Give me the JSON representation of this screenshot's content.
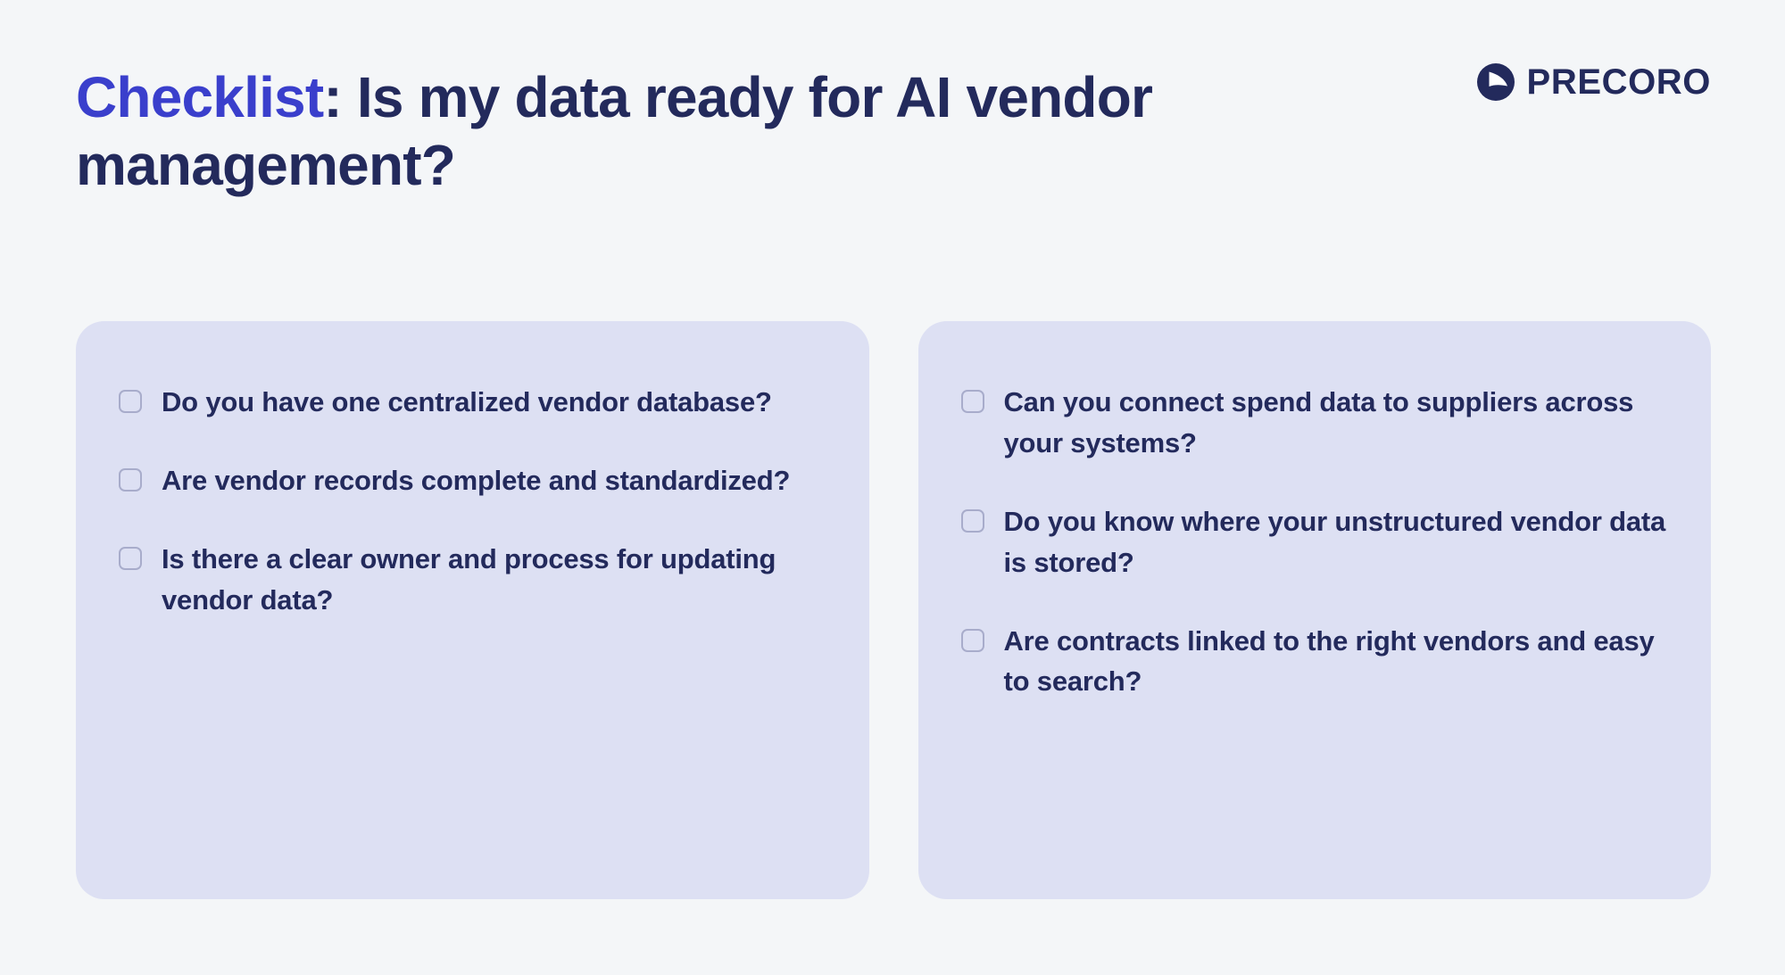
{
  "page": {
    "background_color": "#f4f6f8"
  },
  "header": {
    "title_accent": "Checklist",
    "title_separator": ":",
    "title_rest": " Is my data ready for AI vendor management?",
    "title_full": "Checklist: Is my data ready for AI vendor management?",
    "accent_color": "#3a3fcc",
    "text_color": "#232a5c"
  },
  "logo": {
    "icon": "precoro-play-circle-icon",
    "wordmark": "PRECORO",
    "color": "#232a5c"
  },
  "cards": [
    {
      "id": "left",
      "background_color": "#dde0f3",
      "items": [
        {
          "checked": false,
          "label": "Do you have one centralized vendor database?"
        },
        {
          "checked": false,
          "label": "Are vendor records complete and standardized?"
        },
        {
          "checked": false,
          "label": "Is there a clear owner and process for updating vendor data?"
        }
      ]
    },
    {
      "id": "right",
      "background_color": "#dde0f3",
      "items": [
        {
          "checked": false,
          "label": "Can you connect spend data to suppliers across your systems?"
        },
        {
          "checked": false,
          "label": "Do you know where your unstructured vendor data is stored?"
        },
        {
          "checked": false,
          "label": "Are contracts linked to the right vendors and easy to search?"
        }
      ]
    }
  ]
}
